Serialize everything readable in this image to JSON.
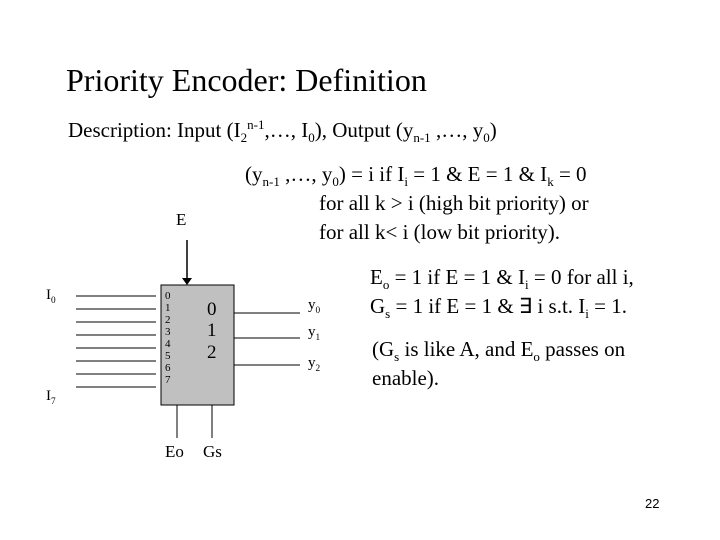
{
  "slide": {
    "title": "Priority Encoder: Definition",
    "description": {
      "lead": "Description: Input (I",
      "lead_sub": "2",
      "lead_sup": "n",
      "lead_sup2": "-1",
      "lead_mid": ",…, I",
      "lead_sub2": "0",
      "lead_mid2": "), Output (y",
      "lead_sub3": "n-1",
      "lead_mid3": " ,…, y",
      "lead_sub4": "0",
      "lead_end": ")"
    },
    "definition": {
      "line1": {
        "a": "(y",
        "a_sub": "n-1",
        "b": " ,…, y",
        "b_sub": "0",
        "c": ") = i if  I",
        "c_sub": "i",
        "d": " = 1 & E = 1 & I",
        "d_sub": "k",
        "e": " = 0"
      },
      "line2": "for all k > i (high bit priority) or",
      "line3": "for all k< i (low bit priority)."
    },
    "equations": {
      "eo": {
        "a": "E",
        "a_sub": "o",
        "b": " = 1 if E = 1 & I",
        "b_sub": "i",
        "c": " = 0 for all i,"
      },
      "gs": {
        "a": "G",
        "a_sub": "s",
        "b": " = 1 if E = 1 & ∃ i  s.t. I",
        "b_sub": "i",
        "c": " = 1."
      }
    },
    "note": {
      "line1": {
        "a": "(G",
        "a_sub": "s",
        "b": " is like A, and E",
        "b_sub": "o",
        "c": " passes on"
      },
      "line2": "enable)."
    },
    "page_number": "22"
  },
  "diagram": {
    "enable_label": "E",
    "input_top": {
      "a": "I",
      "sub": "0"
    },
    "input_bottom": {
      "a": "I",
      "sub": "7"
    },
    "box_inputs": [
      "0",
      "1",
      "2",
      "3",
      "4",
      "5",
      "6",
      "7"
    ],
    "box_outputs": [
      "0",
      "1",
      "2"
    ],
    "outputs": [
      {
        "a": "y",
        "sub": "0"
      },
      {
        "a": "y",
        "sub": "1"
      },
      {
        "a": "y",
        "sub": "2"
      }
    ],
    "eo_label": "Eo",
    "gs_label": "Gs",
    "colors": {
      "box_fill": "#c0c0c0",
      "line": "#000000"
    }
  }
}
